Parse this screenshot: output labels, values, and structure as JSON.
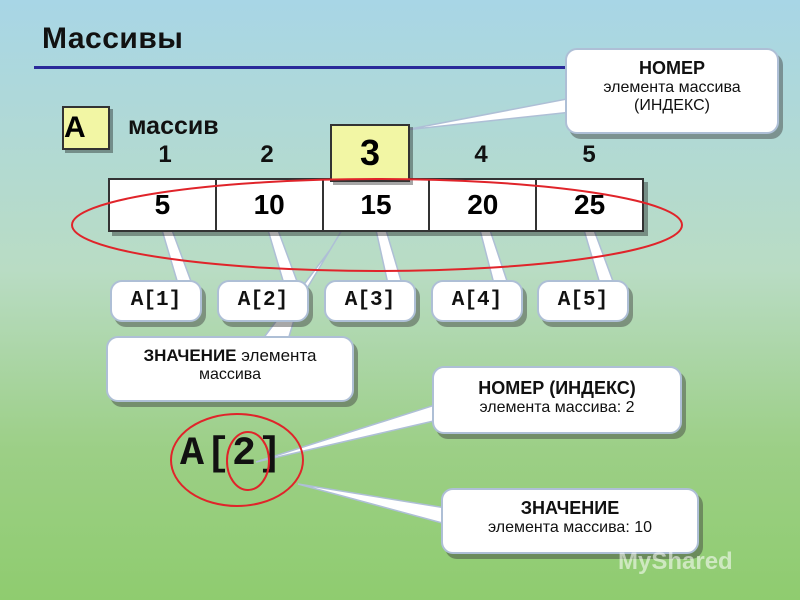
{
  "title": "Массивы",
  "array_name": "A",
  "array_word": "массив",
  "highlight_index": "3",
  "indices": [
    "1",
    "2",
    "",
    "4",
    "5"
  ],
  "values": [
    "5",
    "10",
    "15",
    "20",
    "25"
  ],
  "references": [
    "A[1]",
    "A[2]",
    "A[3]",
    "A[4]",
    "A[5]"
  ],
  "callouts": {
    "index_top": {
      "line1": "НОМЕР",
      "line2": "элемента массива",
      "line3": "(ИНДЕКС)"
    },
    "value": {
      "line1_bold": "ЗНАЧЕНИЕ",
      "line1_rest": " элемента",
      "line2": "массива"
    },
    "index_example": {
      "line1": "НОМЕР (ИНДЕКС)",
      "line2": "элемента массива: 2"
    },
    "value_example": {
      "line1": "ЗНАЧЕНИЕ",
      "line2": "элемента массива: 10"
    }
  },
  "example": {
    "prefix": "A[",
    "index": "2",
    "suffix": "]"
  },
  "watermark": "MyShared",
  "colors": {
    "highlight_fill": "#f2f6a4",
    "ellipse": "#e0242a",
    "rule": "#2a2a9a"
  }
}
